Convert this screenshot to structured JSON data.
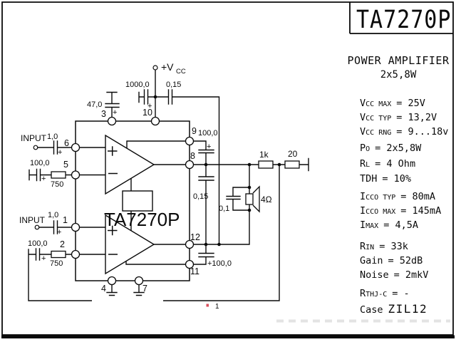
{
  "title_box": {
    "title": "TA7270P"
  },
  "header": {
    "line1": "POWER AMPLIFIER",
    "line2": "2x5,8W"
  },
  "specs": [
    {
      "sym": "V",
      "sub": "CC MAX",
      "val": "= 25V"
    },
    {
      "sym": "V",
      "sub": "CC TYP",
      "val": "= 13,2V"
    },
    {
      "sym": "V",
      "sub": "CC RNG",
      "val": "= 9...18v"
    },
    {
      "sym": "P",
      "sub": "O",
      "val": "= 2x5,8W"
    },
    {
      "sym": "R",
      "sub": "L",
      "val": "= 4 Ohm"
    },
    {
      "sym": "TDH",
      "sub": "",
      "val": "= 10%"
    },
    {
      "sym": "I",
      "sub": "CCO TYP",
      "val": "= 80mA"
    },
    {
      "sym": "I",
      "sub": "CCO MAX",
      "val": "= 145mA"
    },
    {
      "sym": "I",
      "sub": "MAX",
      "val": "= 4,5A"
    },
    {
      "sym": "R",
      "sub": "IN",
      "val": "=  33k"
    },
    {
      "sym": "Gain",
      "sub": "",
      "val": "=  52dB"
    },
    {
      "sym": "Noise",
      "sub": "",
      "val": "=  2mkV"
    },
    {
      "sym": "R",
      "sub": "THJ-C",
      "val": "=  -"
    },
    {
      "sym": "Case",
      "sub": "",
      "val": "ZIL12"
    }
  ],
  "schematic": {
    "labels": {
      "input1": "INPUT",
      "input2": "INPUT",
      "cap_in1": "1,0",
      "cap_in2": "1,0",
      "cap_fb1": "100,0",
      "cap_fb2": "100,0",
      "res_fb1": "750",
      "res_fb2": "750",
      "cap_pin3": "47,0",
      "cap_supply": "1000,0",
      "cap_supply2": "0,15",
      "vcc_main": "+V",
      "vcc_sub": "CC",
      "cap_boot": "100,0",
      "cap_out": "0,15",
      "cap_pin11": "+100,0",
      "cap_speaker": "0,1",
      "speaker_impedance": "4Ω",
      "res_series": "1k",
      "res_load": "20",
      "ic_name": "TA7270P",
      "plus_sign": "+",
      "pin1": "1",
      "pin2": "2",
      "pin3": "3",
      "pin4": "4",
      "pin5": "5",
      "pin6": "6",
      "pin7": "7",
      "pin8": "8",
      "pin9": "9",
      "pin10": "10",
      "pin11": "11",
      "pin12": "12"
    },
    "colors": {
      "line": "#0a0a0a",
      "watermark_pink": "#d94f5c",
      "watermark_gray": "#e3e3e3"
    }
  },
  "watermark": {
    "text": "1"
  }
}
